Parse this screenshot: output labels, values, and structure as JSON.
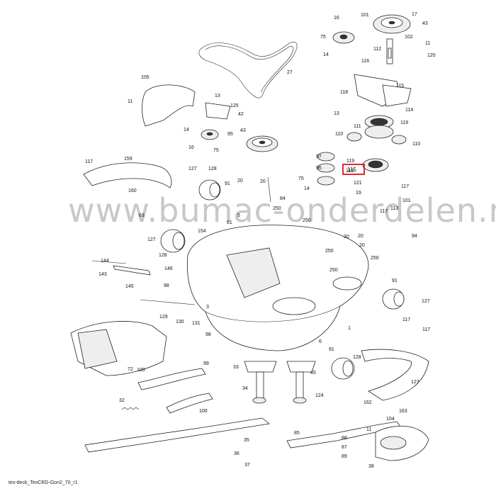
{
  "watermark": "www.bumac-onderdelen.nl",
  "caption": "tex-deck_TexCRD-Gon2_70_r1",
  "highlight_color": "#e0101e",
  "highlighted_part": "115",
  "callouts": [
    "17",
    "16",
    "101",
    "43",
    "75",
    "102",
    "11",
    "112",
    "120",
    "14",
    "116",
    "27",
    "105",
    "118",
    "115",
    "11",
    "13",
    "125",
    "42",
    "13",
    "114",
    "95",
    "14",
    "43",
    "111",
    "119",
    "75",
    "110",
    "110",
    "16",
    "97",
    "119",
    "117",
    "159",
    "127",
    "128",
    "115",
    "96",
    "121",
    "117",
    "20",
    "20",
    "91",
    "84",
    "75",
    "14",
    "19",
    "101",
    "117",
    "160",
    "63",
    "113",
    "250",
    "250",
    "154",
    "61",
    "5",
    "20",
    "94",
    "127",
    "20",
    "20",
    "128",
    "250",
    "144",
    "146",
    "250",
    "143",
    "250",
    "145",
    "98",
    "91",
    "127",
    "3",
    "129",
    "98",
    "130",
    "131",
    "1",
    "117",
    "117",
    "72",
    "100",
    "99",
    "6",
    "91",
    "33",
    "45",
    "128",
    "34",
    "124",
    "162",
    "127",
    "163",
    "32",
    "100",
    "35",
    "85",
    "104",
    "11",
    "88",
    "87",
    "36",
    "89",
    "37",
    "38"
  ]
}
